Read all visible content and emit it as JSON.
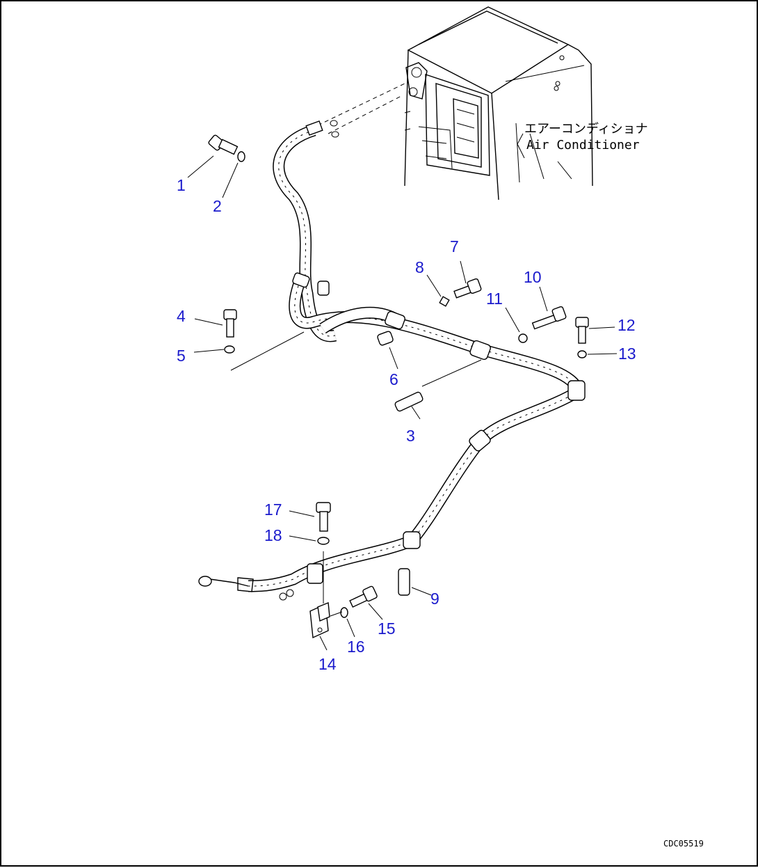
{
  "annotation": {
    "japanese": "エアーコンディショナ",
    "english": "Air Conditioner"
  },
  "drawing_code": "CDC05519",
  "parts": [
    {
      "id": "1",
      "label": "1"
    },
    {
      "id": "2",
      "label": "2"
    },
    {
      "id": "3",
      "label": "3"
    },
    {
      "id": "4",
      "label": "4"
    },
    {
      "id": "5",
      "label": "5"
    },
    {
      "id": "6",
      "label": "6"
    },
    {
      "id": "7",
      "label": "7"
    },
    {
      "id": "8",
      "label": "8"
    },
    {
      "id": "9",
      "label": "9"
    },
    {
      "id": "10",
      "label": "10"
    },
    {
      "id": "11",
      "label": "11"
    },
    {
      "id": "12",
      "label": "12"
    },
    {
      "id": "13",
      "label": "13"
    },
    {
      "id": "14",
      "label": "14"
    },
    {
      "id": "15",
      "label": "15"
    },
    {
      "id": "16",
      "label": "16"
    },
    {
      "id": "17",
      "label": "17"
    },
    {
      "id": "18",
      "label": "18"
    }
  ],
  "colors": {
    "callout": "#1a1acc",
    "line": "#000000",
    "background": "#ffffff"
  }
}
